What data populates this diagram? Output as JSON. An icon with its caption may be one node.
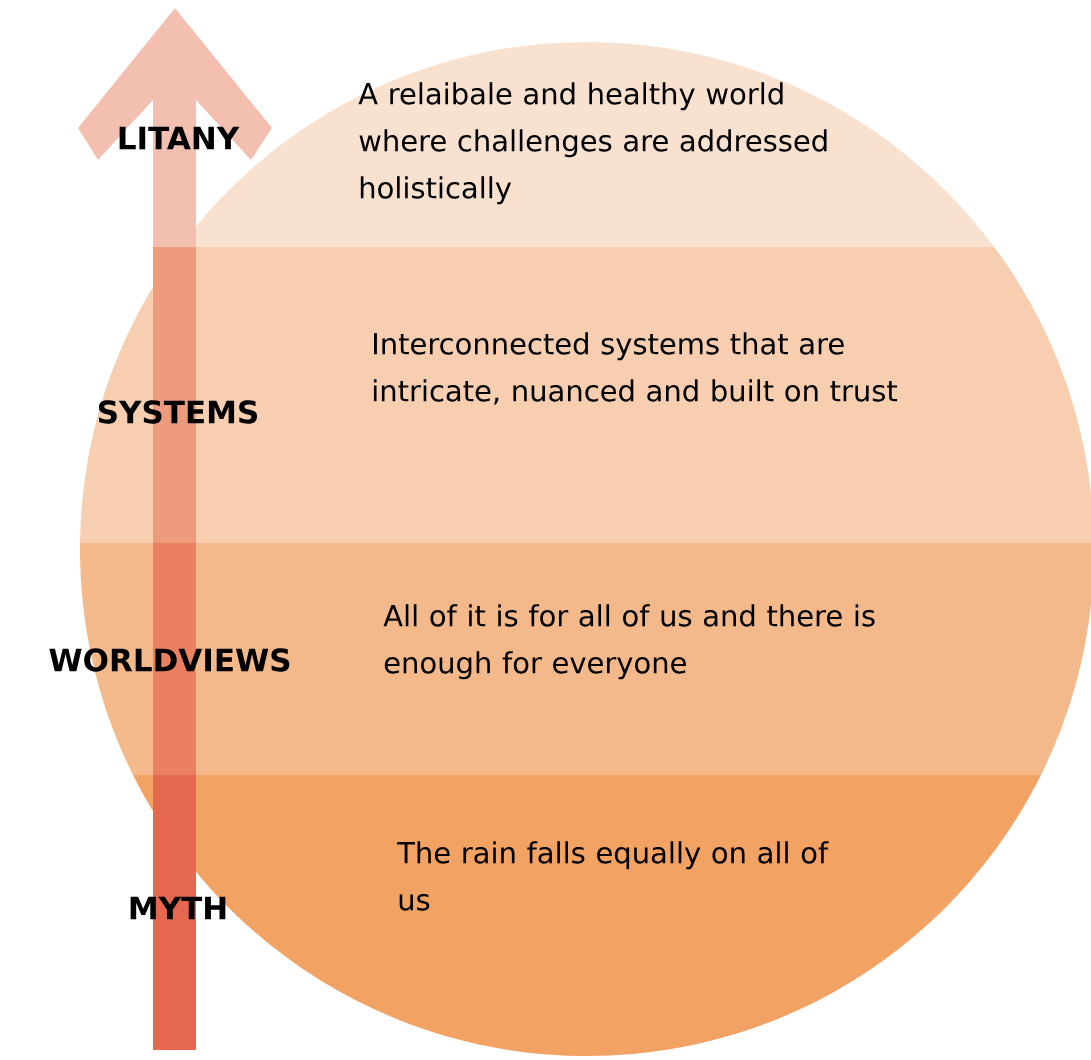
{
  "diagram": {
    "nodes": [
      {
        "text": [
          "LITANY",
          "A relaibale and healthy world where challenges are addressed holistically"
        ]
      },
      {
        "text": [
          "SYSTEMS",
          "Interconnected systems that are intricate, nuanced and built on trust"
        ]
      },
      {
        "text": [
          "WORLDVIEWS",
          "All of it is for all of us and there is enough for everyone"
        ]
      },
      {
        "text": [
          "MYTH",
          "The rain falls equally on all of us"
        ]
      }
    ]
  }
}
